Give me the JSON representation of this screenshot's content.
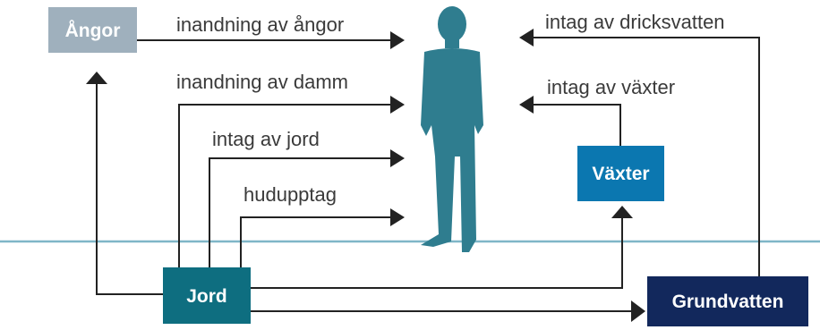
{
  "labels": {
    "inhalation_vapors": "inandning av ångor",
    "inhalation_dust": "inandning av damm",
    "soil_intake": "intag av jord",
    "skin_uptake": "hudupptag",
    "drinking_water_intake": "intag av dricksvatten",
    "plant_intake": "intag av växter"
  },
  "boxes": {
    "vapors": "Ångor",
    "soil": "Jord",
    "plants": "Växter",
    "groundwater": "Grundvatten"
  },
  "colors": {
    "vapors_box": "#9fb0bd",
    "soil_box": "#0e6e80",
    "plants_box": "#0b77b0",
    "groundwater_box": "#12285c",
    "person": "#2f7d8f",
    "ground_line": "#7fb6c7",
    "arrows": "#222222"
  },
  "icons": {
    "person": "standing-person-icon"
  }
}
